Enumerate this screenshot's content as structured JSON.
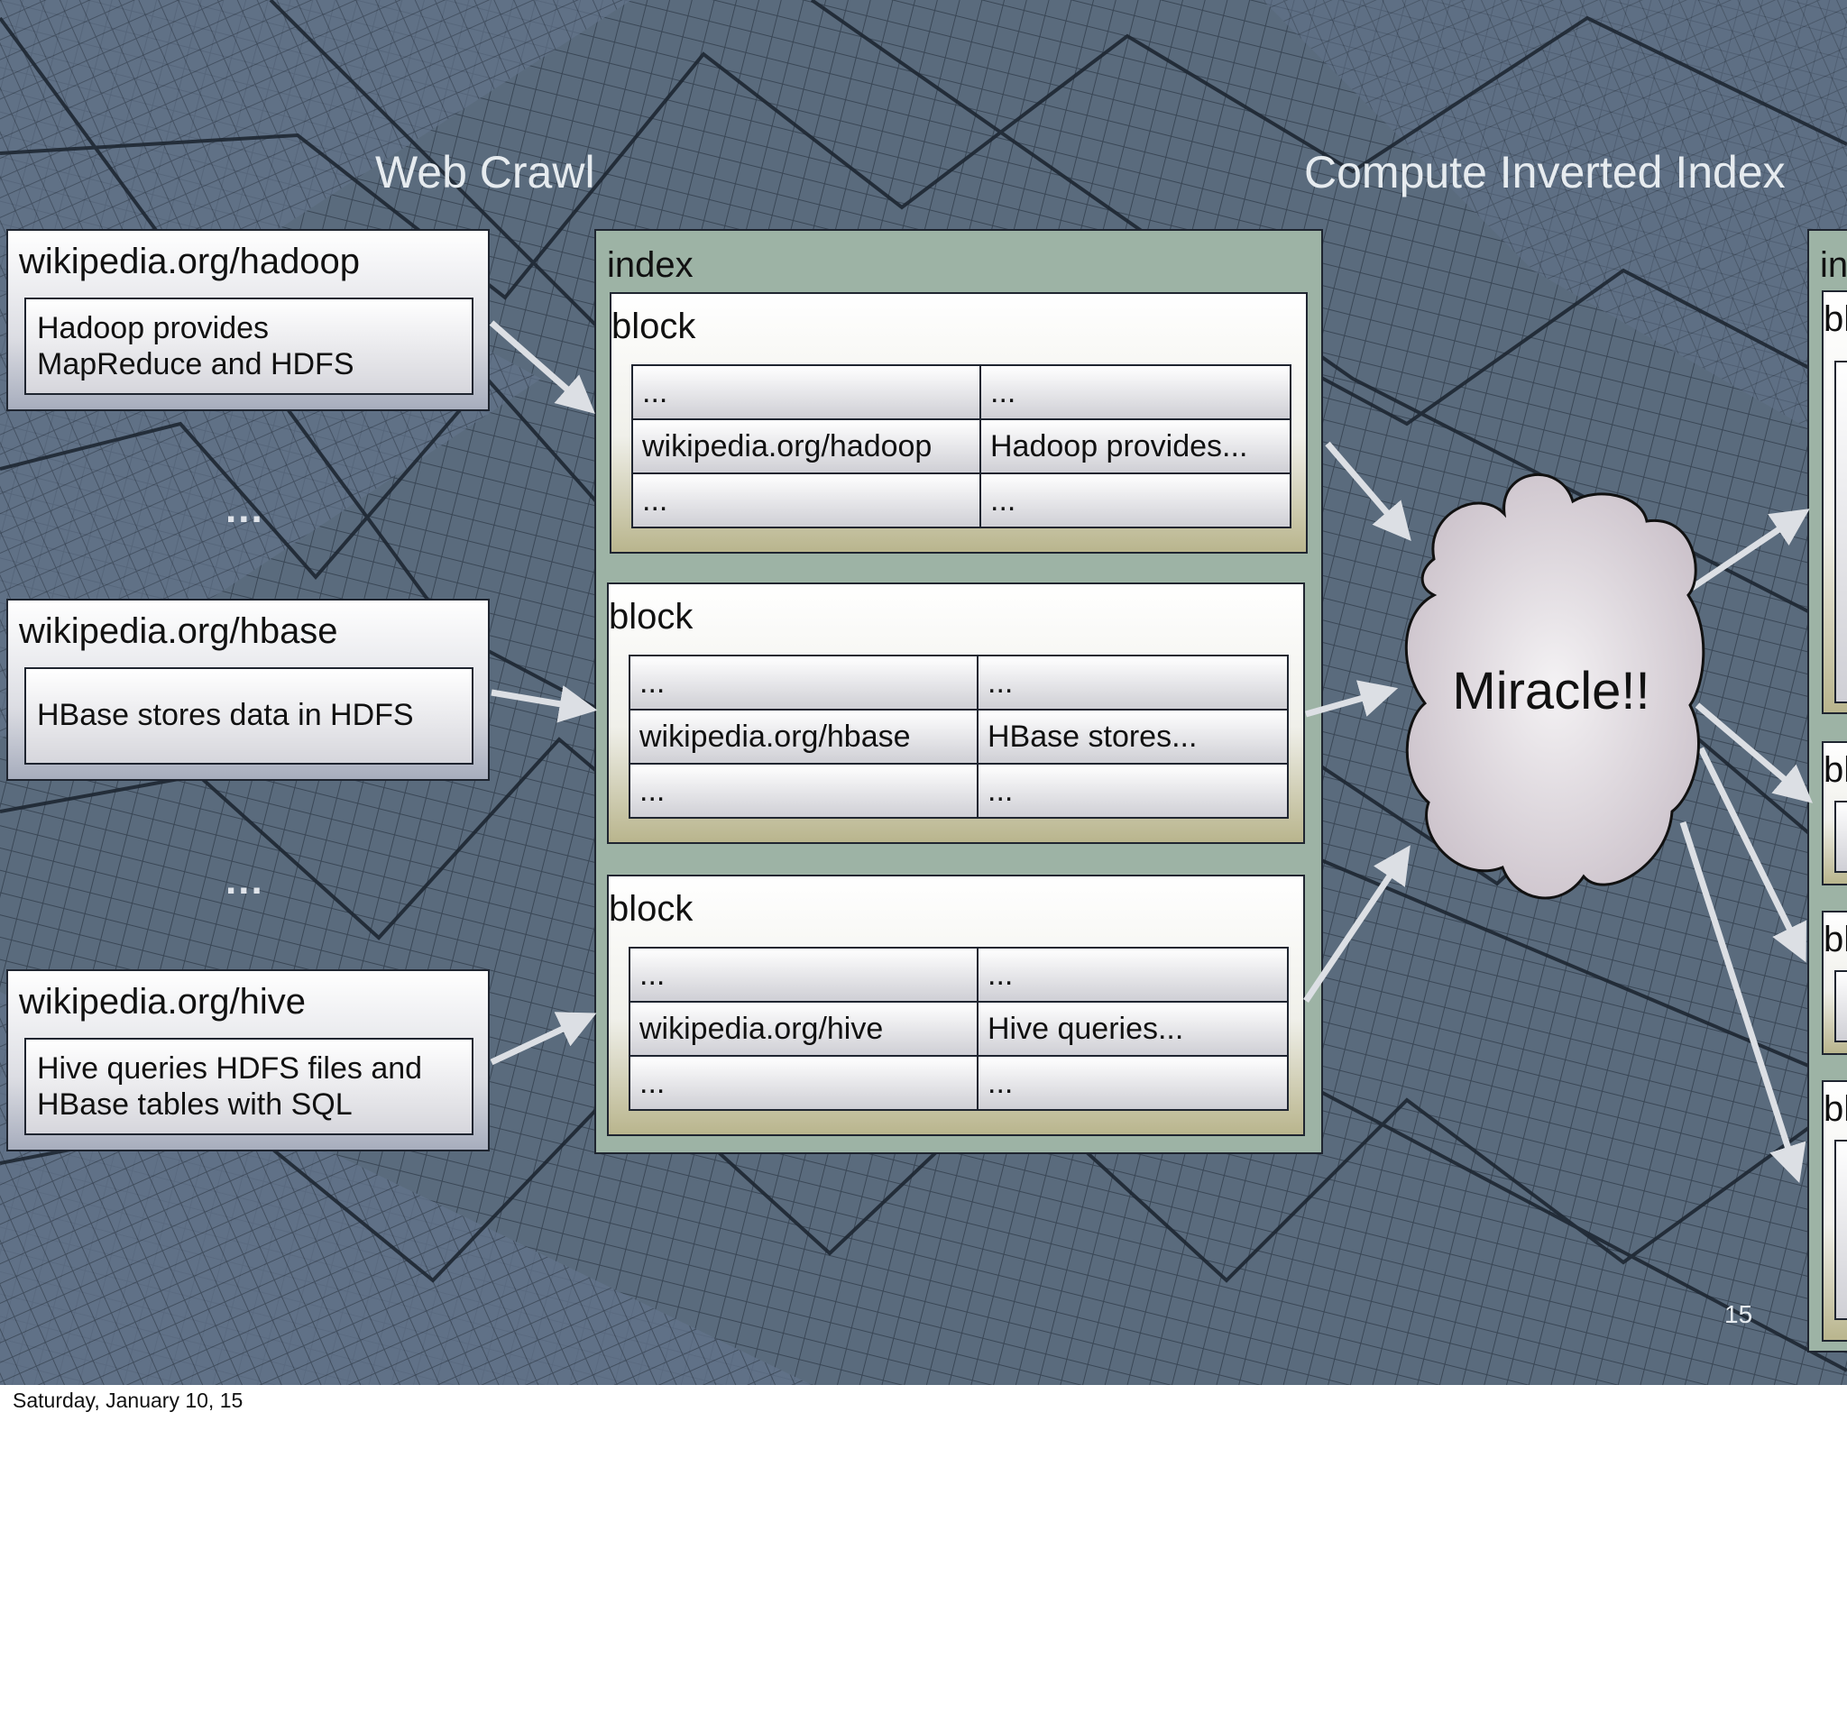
{
  "titles": {
    "left": "Web Crawl",
    "right": "Compute Inverted Index"
  },
  "pages": [
    {
      "url": "wikipedia.org/hadoop",
      "text": "Hadoop provides\nMapReduce and HDFS"
    },
    {
      "url": "wikipedia.org/hbase",
      "text": "HBase stores data in HDFS"
    },
    {
      "url": "wikipedia.org/hive",
      "text": "Hive queries HDFS files and\nHBase tables with SQL"
    }
  ],
  "ellipsis": [
    "...",
    "..."
  ],
  "index": {
    "label": "index",
    "blocks": [
      {
        "label": "block",
        "rows": [
          [
            "...",
            "..."
          ],
          [
            "wikipedia.org/hadoop",
            "Hadoop provides..."
          ],
          [
            "...",
            "..."
          ]
        ]
      },
      {
        "label": "block",
        "rows": [
          [
            "...",
            "..."
          ],
          [
            "wikipedia.org/hbase",
            "HBase stores..."
          ],
          [
            "...",
            "..."
          ]
        ]
      },
      {
        "label": "block",
        "rows": [
          [
            "...",
            "..."
          ],
          [
            "wikipedia.org/hive",
            "Hive queries..."
          ],
          [
            "...",
            "..."
          ]
        ]
      }
    ]
  },
  "miracle": "Miracle!!",
  "output_index": {
    "label": "in",
    "block_labels": [
      "bl",
      "bl",
      "bl",
      "bl"
    ]
  },
  "slide_number": "15",
  "footer_date": "Saturday, January 10, 15",
  "colors": {
    "background": "#56677a",
    "index_fill": "#9db3a5",
    "arrow": "#dcdfe4",
    "cloud": "#d8d0d6"
  }
}
